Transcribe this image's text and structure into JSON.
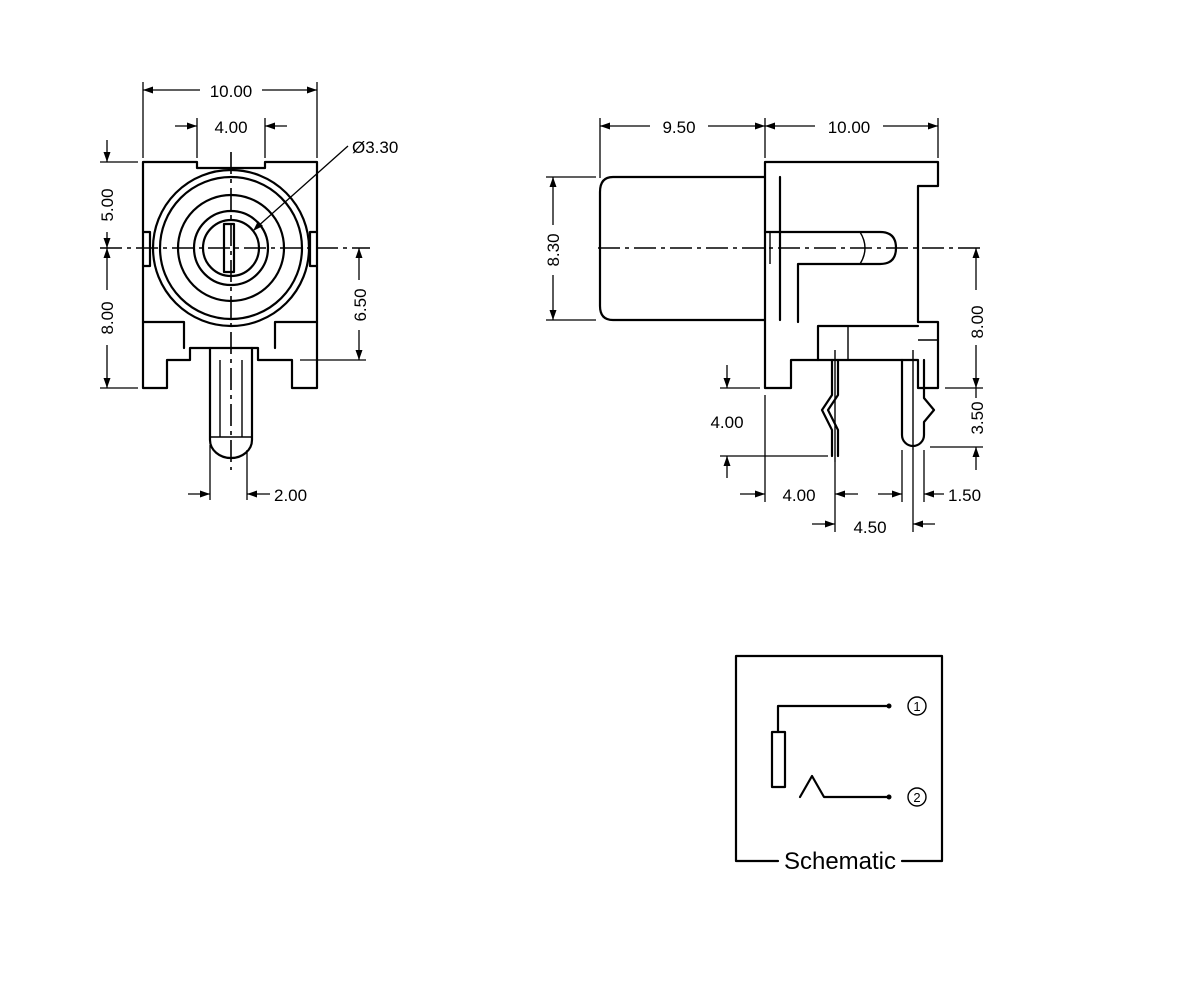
{
  "front_view": {
    "dim_width": "10.00",
    "dim_slot": "4.00",
    "dim_diameter": "Ø3.30",
    "dim_top": "5.00",
    "dim_bottom": "8.00",
    "dim_mid": "6.50",
    "dim_pin": "2.00"
  },
  "side_view": {
    "dim_front": "9.50",
    "dim_body": "10.00",
    "dim_height": "8.30",
    "dim_right": "8.00",
    "dim_pin_len": "4.00",
    "dim_pin_len2": "3.50",
    "dim_pin_pos": "4.00",
    "dim_pin_gap": "1.50",
    "dim_pitch": "4.50"
  },
  "schematic": {
    "title": "Schematic",
    "pin1": "1",
    "pin2": "2"
  }
}
